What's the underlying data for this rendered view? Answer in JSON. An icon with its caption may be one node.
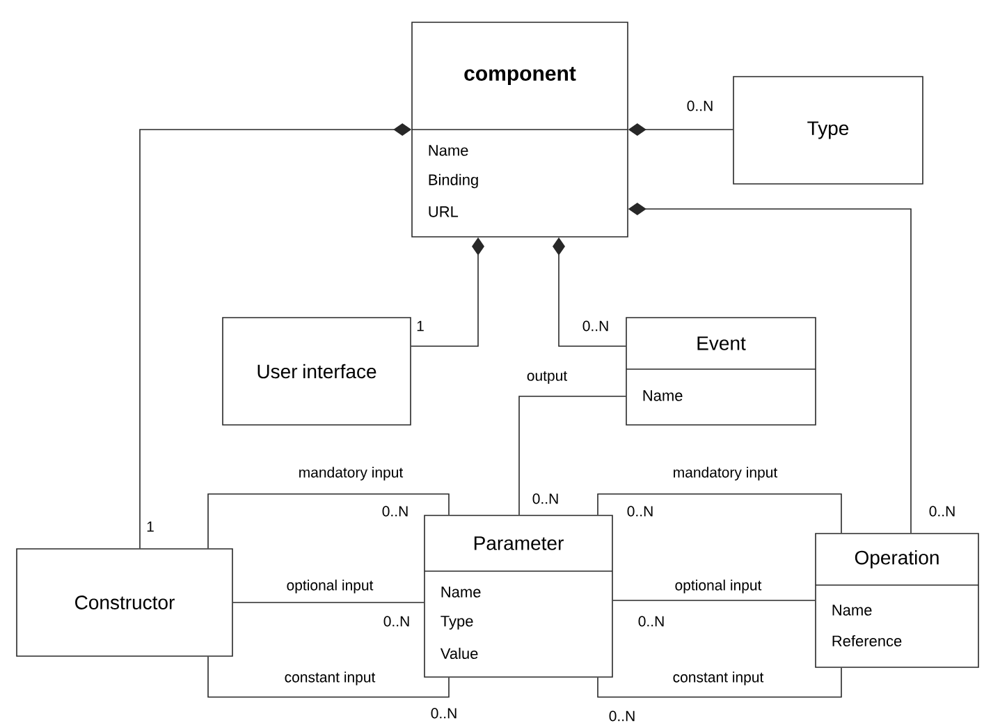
{
  "diagram": {
    "nodes": [
      {
        "text": [
          "component",
          "Name",
          "Binding",
          "URL"
        ]
      },
      {
        "text": [
          "Type"
        ]
      },
      {
        "text": [
          "User interface"
        ]
      },
      {
        "text": [
          "Event",
          "Name"
        ]
      },
      {
        "text": [
          "Constructor"
        ]
      },
      {
        "text": [
          "Parameter",
          "Name",
          "Type",
          "Value"
        ]
      },
      {
        "text": [
          "Operation",
          "Name",
          "Reference"
        ]
      }
    ],
    "edges": [
      {
        "from": 0,
        "to": 4,
        "arrow": "other",
        "label": "1"
      },
      {
        "from": 0,
        "to": 1,
        "arrow": "other",
        "label": "0..N"
      },
      {
        "from": 0,
        "to": 6,
        "arrow": "other",
        "label": "0..N"
      },
      {
        "from": 0,
        "to": 2,
        "arrow": "other",
        "label": "1"
      },
      {
        "from": 0,
        "to": 3,
        "arrow": "other",
        "label": "0..N"
      },
      {
        "from": 3,
        "to": 5,
        "arrow": "none",
        "label": "output"
      },
      {
        "from": 4,
        "to": 5,
        "arrow": "none",
        "label": "mandatory input"
      },
      {
        "from": 4,
        "to": 5,
        "arrow": "none",
        "label": "optional input"
      },
      {
        "from": 4,
        "to": 5,
        "arrow": "none",
        "label": "constant input"
      },
      {
        "from": 6,
        "to": 5,
        "arrow": "none",
        "label": "mandatory input"
      },
      {
        "from": 6,
        "to": 5,
        "arrow": "none",
        "label": "optional input"
      },
      {
        "from": 6,
        "to": 5,
        "arrow": "none",
        "label": "constant input"
      }
    ],
    "labels": [
      "0..N",
      "0..N",
      "0..N",
      "0..N",
      "0..N",
      "0..N",
      "0..N"
    ]
  }
}
